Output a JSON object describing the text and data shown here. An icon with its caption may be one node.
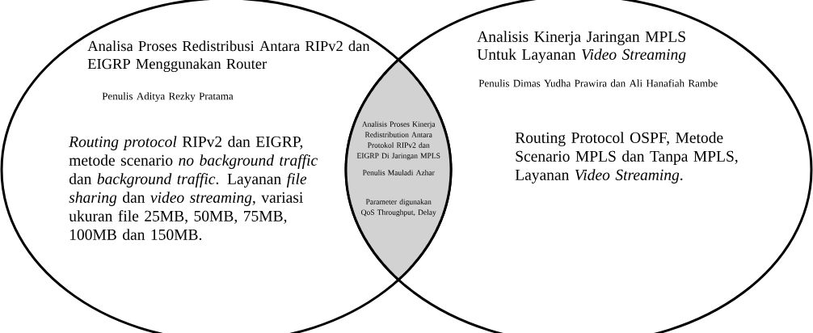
{
  "diagram": {
    "nodes": [
      {
        "text": [
          "Analisa Proses Redistribusi Antara RIPv2 dan EIGRP Menggunakan Router",
          "Penulis Aditya Rezky Pratama",
          "*Routing protocol* RIPv2 dan EIGRP, metode scenario *no background traffic* dan *background traffic*. Layanan *file sharing* dan *video streaming*, variasi ukuran file 25MB, 50MB, 75MB, 100MB dan 150MB."
        ]
      },
      {
        "text": [
          "Analisis Kinerja Jaringan MPLS Untuk Layanan *Video Streaming*",
          "Penulis Dimas Yudha Prawira dan Ali Hanafiah Rambe",
          "Routing Protocol OSPF, Metode Scenario MPLS dan Tanpa MPLS, Layanan *Video Streaming*."
        ]
      },
      {
        "text": [
          "Analisis Proses Kinerja Redistribution Antara Protokol RIPv2 dan EIGRP Di Jaringan MPLS",
          "Penulis Mauladi Azhar",
          "Parameter digunakan QoS Throughput, Delay"
        ]
      }
    ]
  }
}
